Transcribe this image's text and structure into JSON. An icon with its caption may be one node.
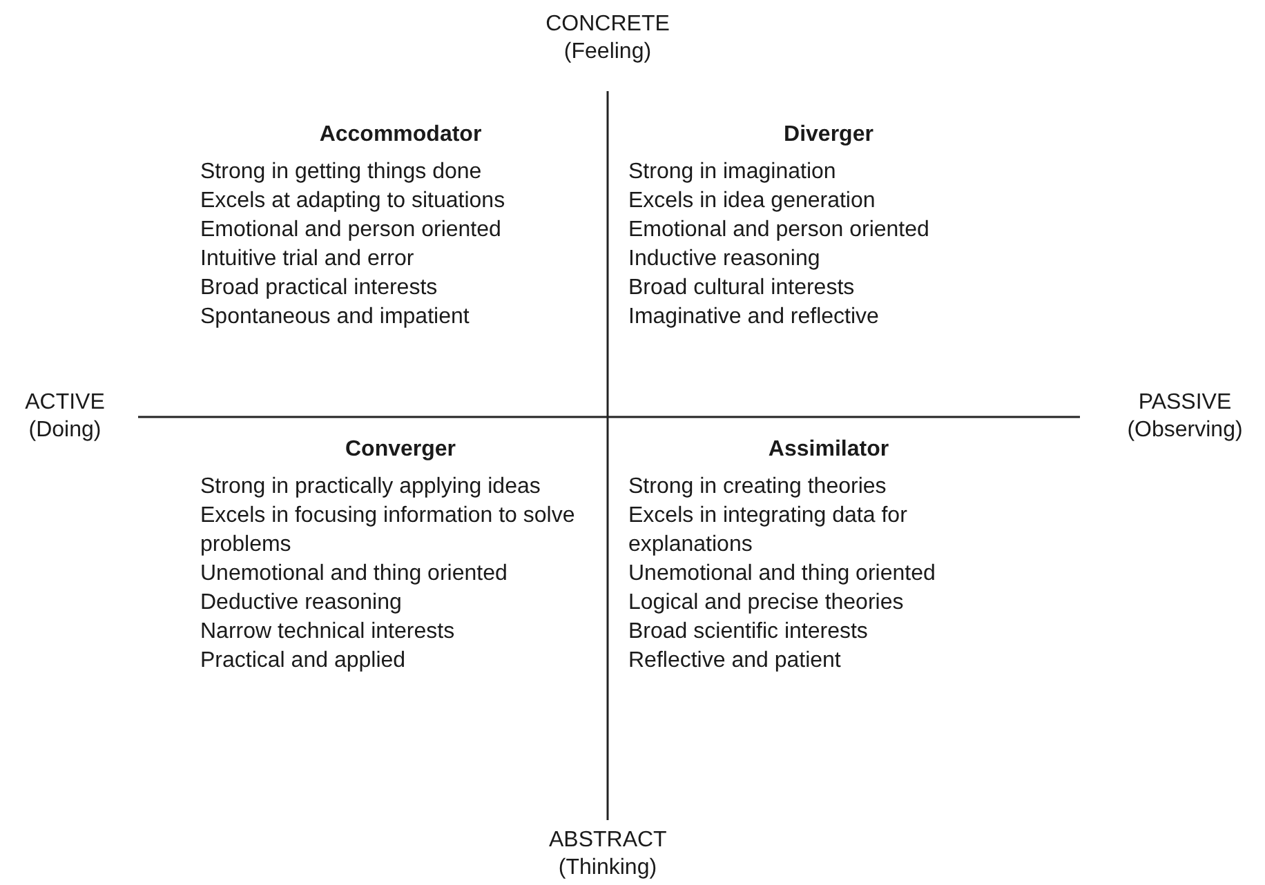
{
  "diagram": {
    "labels": [
      "CONCRETE (Feeling)",
      "Accommodator",
      "Strong in getting things done",
      "Excels at adapting to situations",
      "Emotional and person oriented",
      "Intuitive trial and error",
      "Broad practical interests",
      "Spontaneous and impatient",
      "Diverger",
      "Strong in imagination",
      "Excels in idea generation",
      "Emotional and person oriented",
      "Inductive reasoning",
      "Broad cultural interests",
      "Imaginative and reflective",
      "ACTIVE (Doing)",
      "PASSIVE (Observing)",
      "Converger",
      "Strong in practically applying ideas",
      "Excels in focusing information to solve problems",
      "Unemotional and thing oriented",
      "Deductive reasoning",
      "Narrow technical interests",
      "Practical and applied",
      "Assimilator",
      "Strong in creating theories",
      "Excels in integrating data for explanations",
      "Unemotional and thing oriented",
      "Logical and precise theories",
      "Broad scientific interests",
      "Reflective and patient",
      "ABSTRACT (Thinking)"
    ]
  }
}
